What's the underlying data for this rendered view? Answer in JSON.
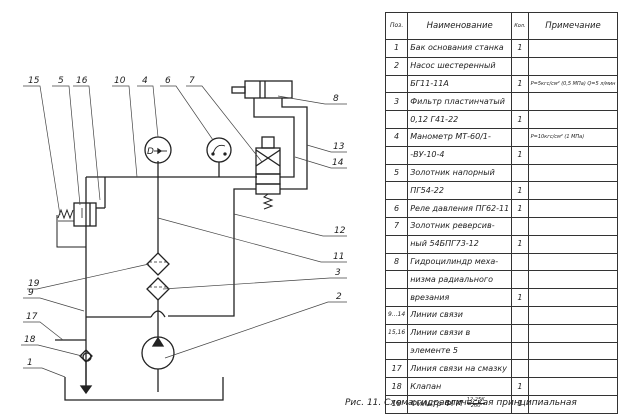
{
  "diagram": {
    "callouts": [
      "15",
      "5",
      "16",
      "10",
      "4",
      "6",
      "7",
      "8",
      "13",
      "14",
      "12",
      "11",
      "19",
      "3",
      "9",
      "2",
      "17",
      "18",
      "1"
    ],
    "gauge_symbol": "D"
  },
  "table": {
    "headers": {
      "pos": "Поз.",
      "name": "Наименование",
      "qty": "Кол.",
      "note": "Примечание"
    },
    "rows": [
      {
        "pos": "1",
        "name": "Бак основания станка",
        "qty": "1",
        "note": ""
      },
      {
        "pos": "2",
        "name": "Насос шестеренный",
        "qty": "",
        "note": ""
      },
      {
        "pos": "",
        "name": "БГ11-11А",
        "qty": "1",
        "note": "P=5кгс/см² (0,5 МПа) Q=5 л/мин"
      },
      {
        "pos": "3",
        "name": "Фильтр пластинчатый",
        "qty": "",
        "note": ""
      },
      {
        "pos": "",
        "name": "0,12 Г41-22",
        "qty": "1",
        "note": ""
      },
      {
        "pos": "4",
        "name": "Манометр МТ-60/1-",
        "qty": "",
        "note": "P=10кгс/см² (1 МПа)"
      },
      {
        "pos": "",
        "name": "-ВУ-10-4",
        "qty": "1",
        "note": ""
      },
      {
        "pos": "5",
        "name": "Золотник напорный",
        "qty": "",
        "note": ""
      },
      {
        "pos": "",
        "name": "ПГ54-22",
        "qty": "1",
        "note": ""
      },
      {
        "pos": "6",
        "name": "Реле давления ПГ62-11",
        "qty": "1",
        "note": ""
      },
      {
        "pos": "7",
        "name": "Золотник реверсив-",
        "qty": "",
        "note": ""
      },
      {
        "pos": "",
        "name": "ный 54БПГ73-12",
        "qty": "1",
        "note": ""
      },
      {
        "pos": "8",
        "name": "Гидроцилиндр меха-",
        "qty": "",
        "note": ""
      },
      {
        "pos": "",
        "name": "низма радиального",
        "qty": "",
        "note": ""
      },
      {
        "pos": "",
        "name": "врезания",
        "qty": "1",
        "note": ""
      },
      {
        "pos": "9...14",
        "name": "Линии связи",
        "qty": "",
        "note": ""
      },
      {
        "pos": "15,16",
        "name": "Линии связи в",
        "qty": "",
        "note": ""
      },
      {
        "pos": "",
        "name": "элементе 5",
        "qty": "",
        "note": ""
      },
      {
        "pos": "17",
        "name": "Линия связи на смазку",
        "qty": "",
        "note": ""
      },
      {
        "pos": "18",
        "name": "Клапан",
        "qty": "1",
        "note": ""
      },
      {
        "pos": "19",
        "name": "Фильтр ФГМ",
        "frac_num": "12-25К",
        "frac_den": "200",
        "qty": "1",
        "note": ""
      }
    ]
  },
  "caption": "Рис. 11. Схема гидравлическая принципиальная"
}
